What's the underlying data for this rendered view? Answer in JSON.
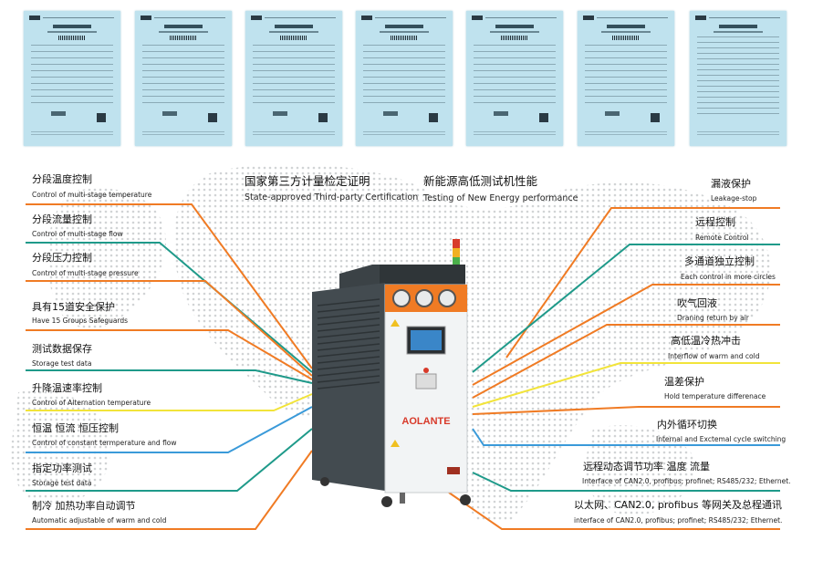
{
  "brand": "AOLANTE",
  "colors": {
    "orange": "#f07b24",
    "teal": "#1f9a8a",
    "yellow": "#f2e43a",
    "blue": "#3a9ad9",
    "cert_bg": "#bfe2ee",
    "machine": "#4a5256"
  },
  "center": {
    "cert_zh": "国家第三方计量检定证明",
    "cert_en": "State-approved Third-party Certification",
    "perf_zh": "新能源高低测试机性能",
    "perf_en": "Testing of New Energy performance"
  },
  "left": [
    {
      "zh": "分段温度控制",
      "en": "Control of multi-stage temperature"
    },
    {
      "zh": "分段流量控制",
      "en": "Control of multi-stage flow"
    },
    {
      "zh": "分段压力控制",
      "en": "Control of multi-stage pressure"
    },
    {
      "zh": "具有15道安全保护",
      "en": "Have 15 Groups Safeguards"
    },
    {
      "zh": "测试数据保存",
      "en": "Storage test data"
    },
    {
      "zh": "升降温速率控制",
      "en": "Control of Alternation temperature"
    },
    {
      "zh": "恒温 恒流 恒压控制",
      "en": "Control of constant termperature and flow"
    },
    {
      "zh": "指定功率测试",
      "en": "Storage test data"
    },
    {
      "zh": "制冷 加热功率自动调节",
      "en": "Automatic adjustable of warm and cold"
    }
  ],
  "right": [
    {
      "zh": "漏液保护",
      "en": "Leakage-stop"
    },
    {
      "zh": "远程控制",
      "en": "Remote Control"
    },
    {
      "zh": "多通道独立控制",
      "en": "Each control in more circles"
    },
    {
      "zh": "吹气回液",
      "en": "Draning  return by air"
    },
    {
      "zh": "高低温冷热冲击",
      "en": "Interflow of warm and cold"
    },
    {
      "zh": "温差保护",
      "en": "Hold temperature differenace"
    },
    {
      "zh": "内外循环切换",
      "en": "Internal and Exctemal cycle switching"
    },
    {
      "zh": "远程动态调节功率 温度 流量",
      "en": "Interface of CAN2.0, profibus; profinet; RS485/232; Ethernet."
    },
    {
      "zh": "以太网、CAN2.0, profibus 等网关及总程通讯",
      "en": "interface of CAN2.0, profibus; profinet; RS485/232; Ethernet."
    }
  ]
}
